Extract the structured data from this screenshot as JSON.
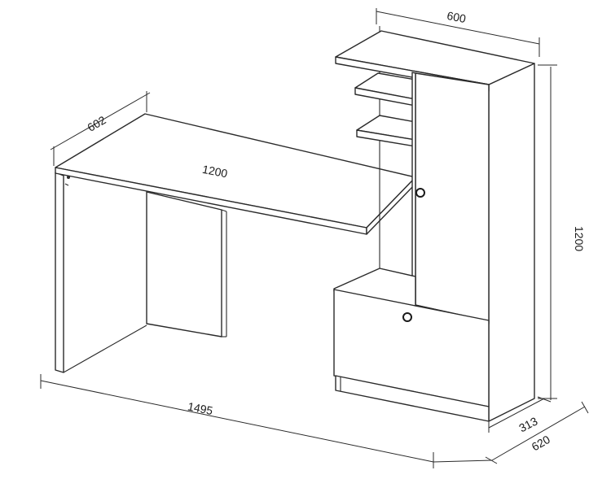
{
  "dimensions": {
    "top_width": "600",
    "desk_depth": "602",
    "desk_width": "1200",
    "height": "1200",
    "total_width": "1495",
    "cabinet_depth": "313",
    "total_depth": "620"
  }
}
